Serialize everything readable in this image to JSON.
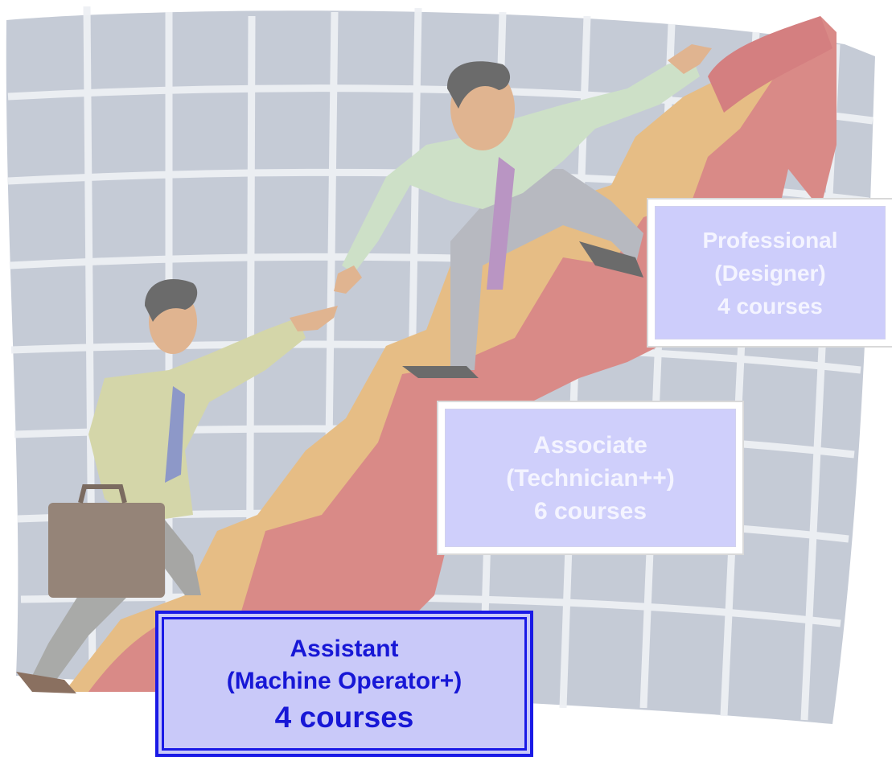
{
  "levels": {
    "professional": {
      "title": "Professional",
      "role": "(Designer)",
      "count": "4 courses"
    },
    "associate": {
      "title": "Associate",
      "role": "(Technician++)",
      "count": "6 courses"
    },
    "assistant": {
      "title": "Assistant",
      "role": "(Machine Operator+)",
      "count": "4 courses"
    }
  },
  "colors": {
    "grid_background": "#c5cbd6",
    "grid_lines": "#eef0f4",
    "arrow_red": "#d98a87",
    "arrow_gold": "#e6bd85",
    "highlight_text": "#1717d6",
    "highlight_border": "#1a1ae6",
    "box_fill": "#cdcdfb"
  },
  "illustration": {
    "subject": "two businessmen climbing a rising arrow, one helping the other up"
  }
}
